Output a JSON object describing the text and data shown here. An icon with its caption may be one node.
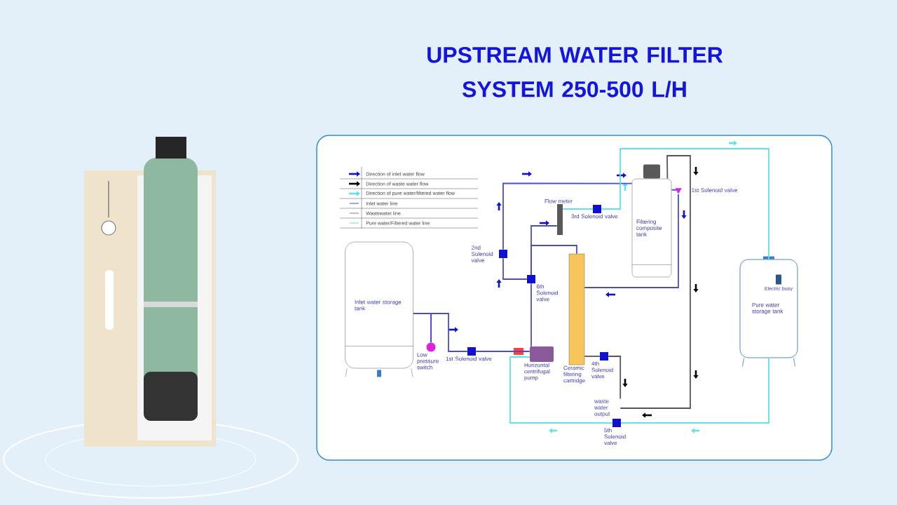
{
  "diagram": {
    "title": "UPSTREAM WATER FILTER SYSTEM 250-500 L/H",
    "nodes": [
      {
        "text": [
          "Inlet water storage tank"
        ]
      },
      {
        "text": [
          "Low pressure switch"
        ]
      },
      {
        "text": [
          "1st Solenoid valve"
        ]
      },
      {
        "text": [
          "Horizontal centrifugal pump"
        ]
      },
      {
        "text": [
          "6th Solenoid valve"
        ]
      },
      {
        "text": [
          "2nd Solenoid valve"
        ]
      },
      {
        "text": [
          "Flow meter"
        ]
      },
      {
        "text": [
          "3rd Solenoid valve"
        ]
      },
      {
        "text": [
          "Filtering composite tank"
        ]
      },
      {
        "text": [
          "1st Solenoid valve"
        ]
      },
      {
        "text": [
          "Ceramic filtering cartridge"
        ]
      },
      {
        "text": [
          "4th Solenoid valve"
        ]
      },
      {
        "text": [
          "waste water output"
        ]
      },
      {
        "text": [
          "5th Solenoid valve"
        ]
      },
      {
        "text": [
          "Pure water storage tank"
        ]
      },
      {
        "text": [
          "Electric buoy"
        ],
        "in": 14
      }
    ],
    "edges": [
      {
        "from": 0,
        "to": 1,
        "arrow": "none"
      },
      {
        "from": 1,
        "to": 2,
        "arrow": "none"
      },
      {
        "from": 2,
        "to": 3,
        "arrow": "none"
      },
      {
        "from": 3,
        "to": 4,
        "arrow": "none"
      },
      {
        "from": 4,
        "to": 5,
        "arrow": "none"
      },
      {
        "from": 5,
        "to": 8,
        "arrow": "none"
      },
      {
        "from": 4,
        "to": 6,
        "arrow": "none"
      },
      {
        "from": 4,
        "to": 10,
        "arrow": "none"
      },
      {
        "from": 6,
        "to": 7,
        "arrow": "none",
        "color": "#5fe3ea"
      },
      {
        "from": 7,
        "to": 14,
        "arrow": "none",
        "color": "#5fe3ea"
      },
      {
        "from": 8,
        "to": 9,
        "arrow": "none"
      },
      {
        "from": 9,
        "to": 10,
        "arrow": "none"
      },
      {
        "from": 10,
        "to": 11,
        "arrow": "none",
        "color": "#555555"
      },
      {
        "from": 11,
        "to": 12,
        "arrow": "none",
        "color": "#555555"
      },
      {
        "from": 8,
        "to": 12,
        "arrow": "none",
        "color": "#555555"
      },
      {
        "from": 14,
        "to": 13,
        "arrow": "none",
        "color": "#5fe3ea"
      },
      {
        "from": 13,
        "to": 3,
        "arrow": "none",
        "color": "#5fe3ea"
      }
    ],
    "legend": [
      {
        "text": "Direction of inlet water flow"
      },
      {
        "text": "Direction of waste water flow"
      },
      {
        "text": "Direction of pure water/filtered water flow"
      },
      {
        "text": "Inlet water line"
      },
      {
        "text": "Wastewater line"
      },
      {
        "text": "Pure water/Filtered water line"
      }
    ]
  }
}
